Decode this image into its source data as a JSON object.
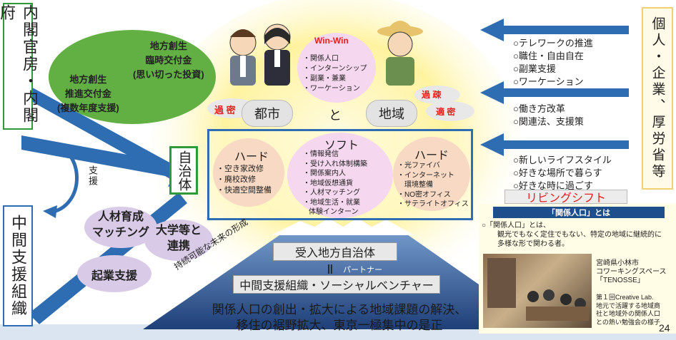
{
  "left_top_box": {
    "text": "内閣官房・内閣府"
  },
  "left_bottom_box": {
    "text": "中間支援組織"
  },
  "support_label": "支援",
  "green_ellipse": {
    "lines": [
      "地方創生",
      "臨時交付金",
      "(思い切った投資)",
      "地方創生",
      "推進交付金",
      "(複数年度支援)"
    ]
  },
  "jichitai": "自治体",
  "purple_circles": {
    "jinzai": [
      "人材育成",
      "マッチング"
    ],
    "daigaku": [
      "大学等と",
      "連携"
    ],
    "kigyo": "起業支援"
  },
  "winwin": {
    "label": "Win-Win",
    "items": [
      "・関係人口",
      "・インターンシップ",
      "・副業・兼業",
      "・ワーケーション"
    ]
  },
  "city_row": {
    "kamitsu": "過 密",
    "toshi": "都市",
    "to": "と",
    "chiiki": "地域",
    "kaso": "過 疎",
    "tekimitsu": "適 密"
  },
  "soft_panel": {
    "hard_left_title": "ハード",
    "hard_left_items": [
      "・空き家改修",
      "・廃校改修",
      "・快適空間整備"
    ],
    "soft_title": "ソフト",
    "soft_items": [
      "・情報発信",
      "・受け入れ体制構築",
      "・関係案内人",
      "・地域仮想通貨",
      "・人材マッチング",
      "・地域生活・就業",
      "体験インターン"
    ],
    "hard_right_title": "ハード",
    "hard_right_items": [
      "・光ファイバ",
      "・インターネット",
      "環境整備",
      "・NO密オフィス",
      "・サテライトオフィス"
    ]
  },
  "mountain": {
    "slogan": "持続可能な未来の形成",
    "ukeire": "受入地方自治体",
    "partner_symbol": "||",
    "partner": "パートナー",
    "chukan": "中間支援組織・ソーシャルベンチャー",
    "bottom_lines": [
      "関係人口の創出・拡大による地域課題の解決、",
      "移住の裾野拡大、東京一極集中の是正"
    ]
  },
  "right_lists": {
    "group1": [
      "○テレワークの推進",
      "○職住・自由自在",
      "○副業支援",
      "○ワーケーション"
    ],
    "group2": [
      "○働き方改革",
      "○関連法、支援策"
    ],
    "group3": [
      "○新しいライフスタイル",
      "○好きな場所で暮らす",
      "○好きな時に過ごす"
    ]
  },
  "right_box": {
    "text": "個人・企業、厚労省等"
  },
  "living_shift": "リビングシフト",
  "kankei_panel": {
    "header": "「関係人口」とは",
    "def_lines": [
      "○「関係人口」とは、",
      "観光でもなく定住でもない、特定の地域に継続的に",
      "多様な形で関わる者。"
    ],
    "photo_caption": [
      "宮崎県小林市",
      "コワーキングスペース",
      "「TENOSSE」"
    ],
    "event_caption": [
      "第１回Creative Lab.",
      "地元で活躍する地域商",
      "社と地域外の関係人口",
      "との熱い勉強会の様子"
    ]
  },
  "page_number": "24",
  "colors": {
    "navy": "#1f3f7a",
    "arrow_blue": "#2f6db3",
    "green": "#5dab3c",
    "green_border": "#2e9a3a",
    "purple": "#d9cbe8",
    "pink": "#f5d7ef",
    "peach": "#f8d9c4",
    "yellow_glow": "#fff6a8",
    "red": "#e52222",
    "kankei_blue": "#1f4e8c"
  }
}
